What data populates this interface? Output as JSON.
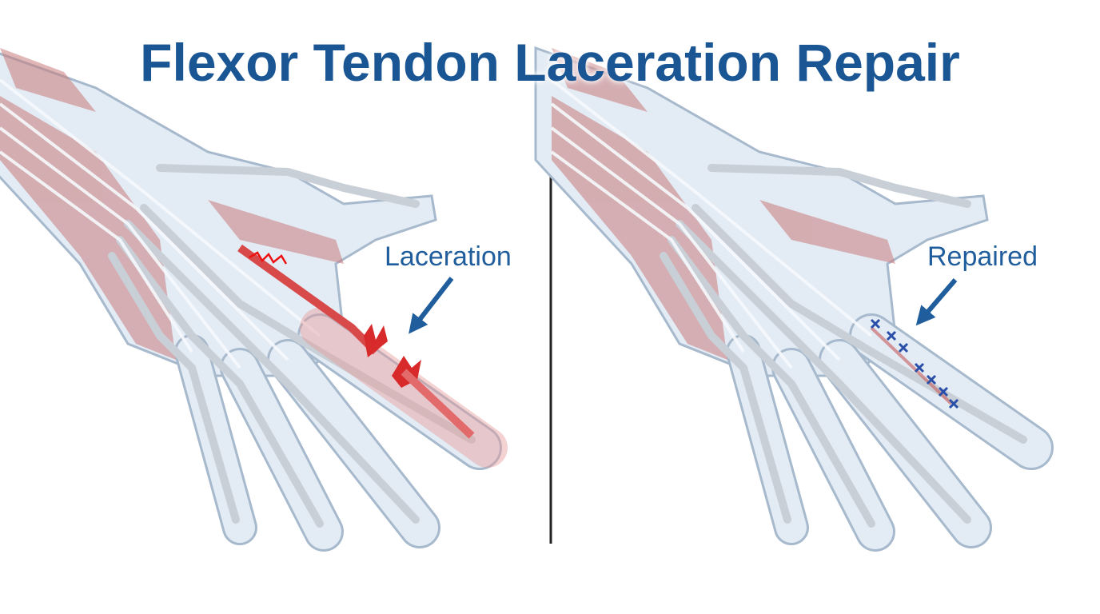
{
  "title": "Flexor Tendon Laceration Repair",
  "panels": [
    {
      "label": "Laceration",
      "state": "injured"
    },
    {
      "label": "Repaired",
      "state": "sutured"
    }
  ],
  "colors": {
    "title": "#1a5594",
    "arrow": "#1f5d9c",
    "injury": "#d82a2a",
    "suture": "#2a4fa8"
  }
}
